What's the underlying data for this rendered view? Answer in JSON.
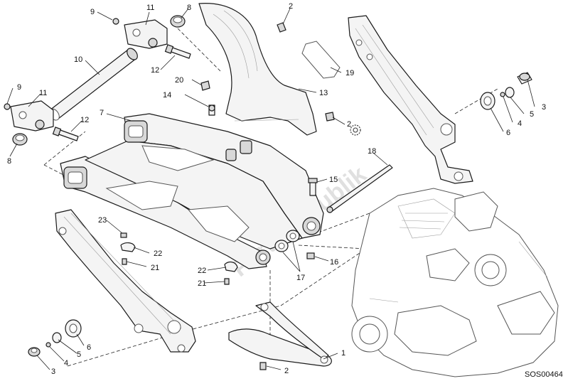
{
  "diagram_code": "SOS00464",
  "watermark": "PartsRepublik",
  "callouts": [
    {
      "id": "c1",
      "label": "1"
    },
    {
      "id": "c2a",
      "label": "2"
    },
    {
      "id": "c2b",
      "label": "2"
    },
    {
      "id": "c2c",
      "label": "2"
    },
    {
      "id": "c3a",
      "label": "3"
    },
    {
      "id": "c3b",
      "label": "3"
    },
    {
      "id": "c4a",
      "label": "4"
    },
    {
      "id": "c4b",
      "label": "4"
    },
    {
      "id": "c5a",
      "label": "5"
    },
    {
      "id": "c5b",
      "label": "5"
    },
    {
      "id": "c6a",
      "label": "6"
    },
    {
      "id": "c6b",
      "label": "6"
    },
    {
      "id": "c7",
      "label": "7"
    },
    {
      "id": "c8a",
      "label": "8"
    },
    {
      "id": "c8b",
      "label": "8"
    },
    {
      "id": "c9a",
      "label": "9"
    },
    {
      "id": "c9b",
      "label": "9"
    },
    {
      "id": "c10",
      "label": "10"
    },
    {
      "id": "c11a",
      "label": "11"
    },
    {
      "id": "c11b",
      "label": "11"
    },
    {
      "id": "c12a",
      "label": "12"
    },
    {
      "id": "c12b",
      "label": "12"
    },
    {
      "id": "c13",
      "label": "13"
    },
    {
      "id": "c14",
      "label": "14"
    },
    {
      "id": "c15",
      "label": "15"
    },
    {
      "id": "c16",
      "label": "16"
    },
    {
      "id": "c17",
      "label": "17"
    },
    {
      "id": "c18",
      "label": "18"
    },
    {
      "id": "c19",
      "label": "19"
    },
    {
      "id": "c20",
      "label": "20"
    },
    {
      "id": "c21a",
      "label": "21"
    },
    {
      "id": "c21b",
      "label": "21"
    },
    {
      "id": "c22a",
      "label": "22"
    },
    {
      "id": "c22b",
      "label": "22"
    },
    {
      "id": "c23",
      "label": "23"
    }
  ]
}
